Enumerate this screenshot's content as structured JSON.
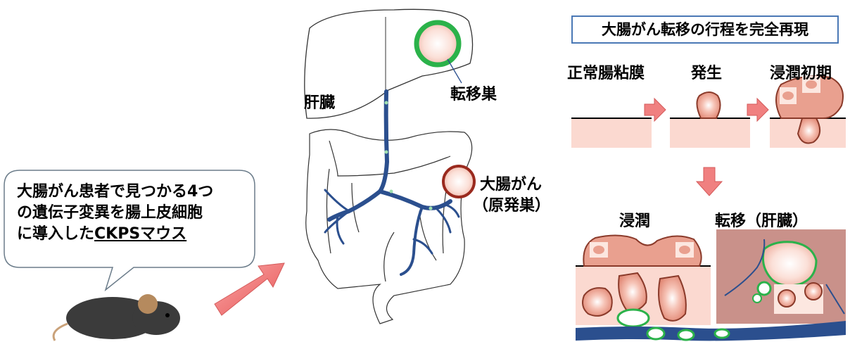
{
  "bubble": {
    "line1": "大腸がん患者で見つかる4つ",
    "line2": "の遺伝子変異を腸上皮細胞",
    "line3_prefix": "に導入した",
    "line3_underlined": "CKPSマウス"
  },
  "anatomy": {
    "liver_label": "肝臓",
    "metastasis_label": "転移巣",
    "tumor_label_1": "大腸がん",
    "tumor_label_2": "（原発巣）"
  },
  "process": {
    "title": "大腸がん転移の行程を完全再現",
    "stage_normal": "正常腸粘膜",
    "stage_onset": "発生",
    "stage_early": "浸潤初期",
    "stage_invasion": "浸潤",
    "stage_metastasis": "転移（肝臓）"
  },
  "colors": {
    "vessel": "#2b4f8e",
    "tumor": "#e9a08f",
    "tumor_border": "#8a3a2a",
    "mucosa": "#fbd9d0",
    "liver_bg": "#c9918a",
    "ring_green": "#2bb24a",
    "arrow": "#f08080",
    "box_border": "#4a78b5"
  }
}
